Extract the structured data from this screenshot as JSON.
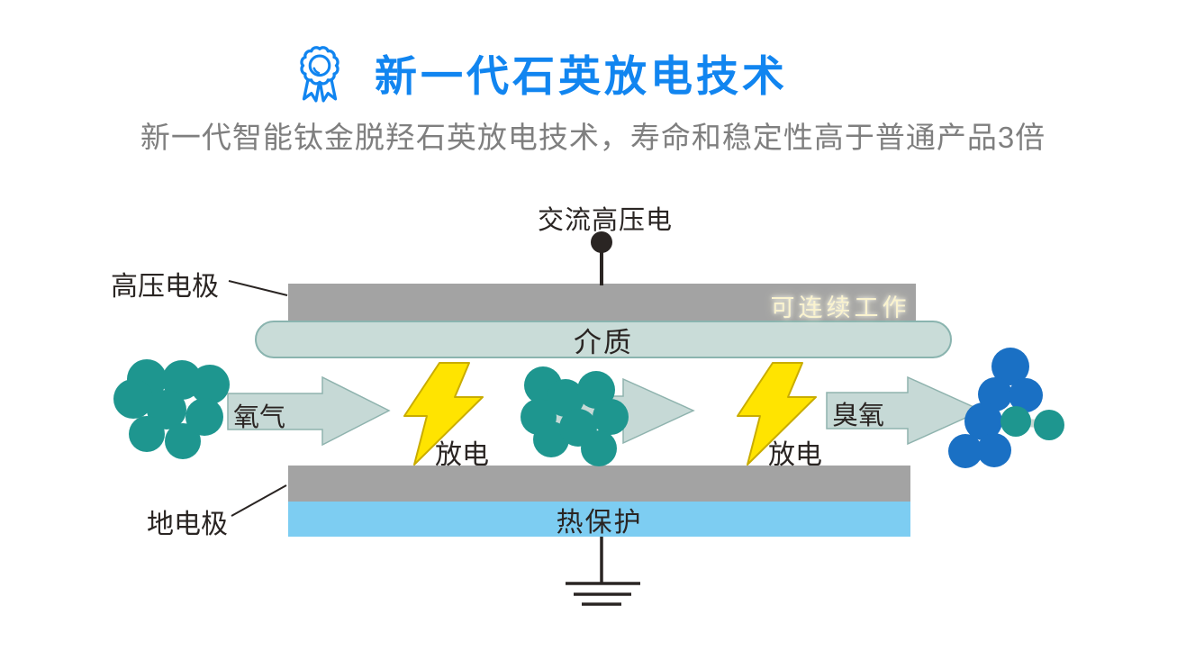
{
  "header": {
    "title": "新一代石英放电技术",
    "subtitle": "新一代智能钛金脱羟石英放电技术，寿命和稳定性高于普通产品3倍"
  },
  "diagram": {
    "ac_power_label": "交流高压电",
    "hv_electrode_label": "高压电极",
    "continuous_work_badge": "可连续工作",
    "dielectric_label": "介质",
    "oxygen_label": "氧气",
    "discharge_left_label": "放电",
    "discharge_right_label": "放电",
    "ozone_label": "臭氧",
    "ground_electrode_label": "地电极",
    "thermal_protection_label": "热保护"
  },
  "colors": {
    "title-blue": "#1185f0",
    "subtitle-gray": "#7f7f7f",
    "ink-black": "#2a2523",
    "electrode-gray": "#a3a3a3",
    "dielectric-fill": "#c9dcd8",
    "dielectric-border": "#8ab4af",
    "thermal-blue": "#7dcdf2",
    "oxygen-teal": "#1e968f",
    "oxygen-bond": "#c8d8d3",
    "ozone-blue": "#1a70c4",
    "ozone-bond": "#a9d7f3",
    "bolt-yellow": "#ffe400",
    "bolt-outline": "#c9ac00",
    "arrow-fill": "#c6d9d6",
    "arrow-stroke": "#8fb3ae",
    "badge-text": "#faf3cf"
  }
}
